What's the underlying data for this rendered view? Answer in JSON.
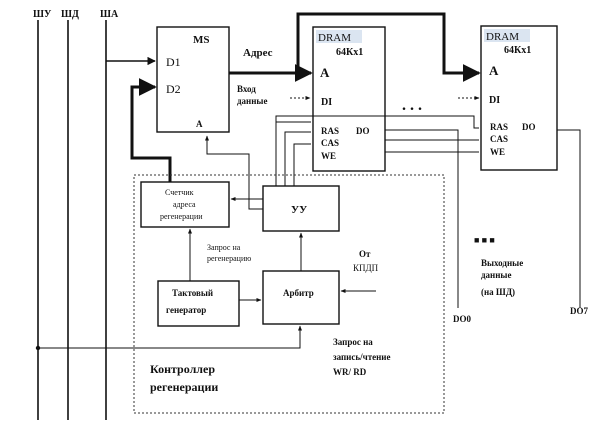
{
  "buses": {
    "shu": "ШУ",
    "shd": "ШД",
    "sha": "ША"
  },
  "ms": {
    "title": "MS",
    "d1": "D1",
    "d2": "D2",
    "a": "A"
  },
  "labels": {
    "address": "Адрес",
    "data_in_1": "Вход",
    "data_in_2": "данные",
    "refresh_request_1": "Запрос на",
    "refresh_request_2": "регенерацию",
    "from_kpdp_1": "От",
    "from_kpdp_2": "КПДП",
    "output_1": "Выходные",
    "output_2": "данные",
    "output_3": "(на ШД)",
    "rw_request_1": "Запрос на",
    "rw_request_2": "запись/чтение",
    "rw_request_3": "WR/ RD",
    "do0": "DO0",
    "do7": "DO7",
    "dots_mid": ". . .",
    "dots_low": "■    ■    ■"
  },
  "dram1": {
    "title": "DRAM",
    "size": "64Кх1",
    "a": "A",
    "di": "DI",
    "ras": "RAS",
    "cas": "CAS",
    "we": "WE",
    "do": "DO"
  },
  "dram2": {
    "title": "DRAM",
    "size": "64Кх1",
    "a": "A",
    "di": "DI",
    "ras": "RAS",
    "cas": "CAS",
    "we": "WE",
    "do": "DO"
  },
  "counter": {
    "line1": "Счетчик",
    "line2": "адреса",
    "line3": "регенерации"
  },
  "uu": {
    "label": "УУ"
  },
  "clock": {
    "line1": "Тактовый",
    "line2": "генератор"
  },
  "arbiter": {
    "label": "Арбитр"
  },
  "controller": {
    "line1": "Контроллер",
    "line2": "регенерации"
  },
  "colors": {
    "dram_header": "#dbe5f1",
    "line": "#111111"
  }
}
